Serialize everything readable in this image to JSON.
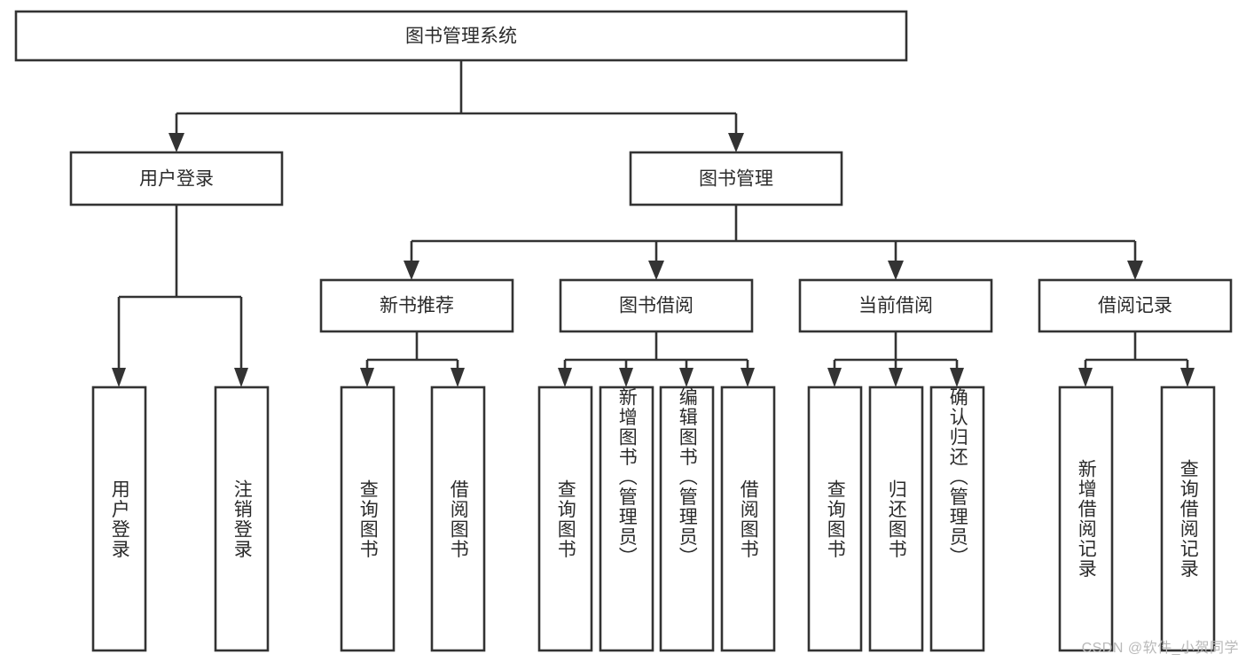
{
  "diagram": {
    "type": "tree-hierarchy",
    "orientation": "top-down",
    "title_node": {
      "label": "图书管理系统"
    },
    "colors": {
      "box_fill": "#ffffff",
      "box_stroke": "#333333",
      "text": "#2b2b2b",
      "watermark": "#b9b9b9",
      "background": "#ffffff"
    },
    "level2": [
      {
        "id": "user-login",
        "label": "用户登录"
      },
      {
        "id": "book-manage",
        "label": "图书管理"
      }
    ],
    "level3": [
      {
        "id": "new-book-recommend",
        "label": "新书推荐"
      },
      {
        "id": "book-borrow",
        "label": "图书借阅"
      },
      {
        "id": "current-borrow",
        "label": "当前借阅"
      },
      {
        "id": "borrow-record",
        "label": "借阅记录"
      }
    ],
    "leaves": {
      "user-login": [
        {
          "id": "leaf-user-login",
          "label": "用户登录"
        },
        {
          "id": "leaf-logout-login",
          "label": "注销登录"
        }
      ],
      "new-book-recommend": [
        {
          "id": "leaf-query-book-1",
          "label": "查询图书"
        },
        {
          "id": "leaf-borrow-book-1",
          "label": "借阅图书"
        }
      ],
      "book-borrow": [
        {
          "id": "leaf-query-book-2",
          "label": "查询图书"
        },
        {
          "id": "leaf-add-book-admin",
          "label": "新增图书（管理员）"
        },
        {
          "id": "leaf-edit-book-admin",
          "label": "编辑图书（管理员）"
        },
        {
          "id": "leaf-borrow-book-2",
          "label": "借阅图书"
        }
      ],
      "current-borrow": [
        {
          "id": "leaf-query-book-3",
          "label": "查询图书"
        },
        {
          "id": "leaf-return-book",
          "label": "归还图书"
        },
        {
          "id": "leaf-confirm-return-admin",
          "label": "确认归还（管理员）"
        }
      ],
      "borrow-record": [
        {
          "id": "leaf-add-borrow-record",
          "label": "新增借阅记录"
        },
        {
          "id": "leaf-query-borrow-record",
          "label": "查询借阅记录"
        }
      ]
    }
  },
  "watermark": {
    "text": "CSDN @软件_小贺同学"
  }
}
